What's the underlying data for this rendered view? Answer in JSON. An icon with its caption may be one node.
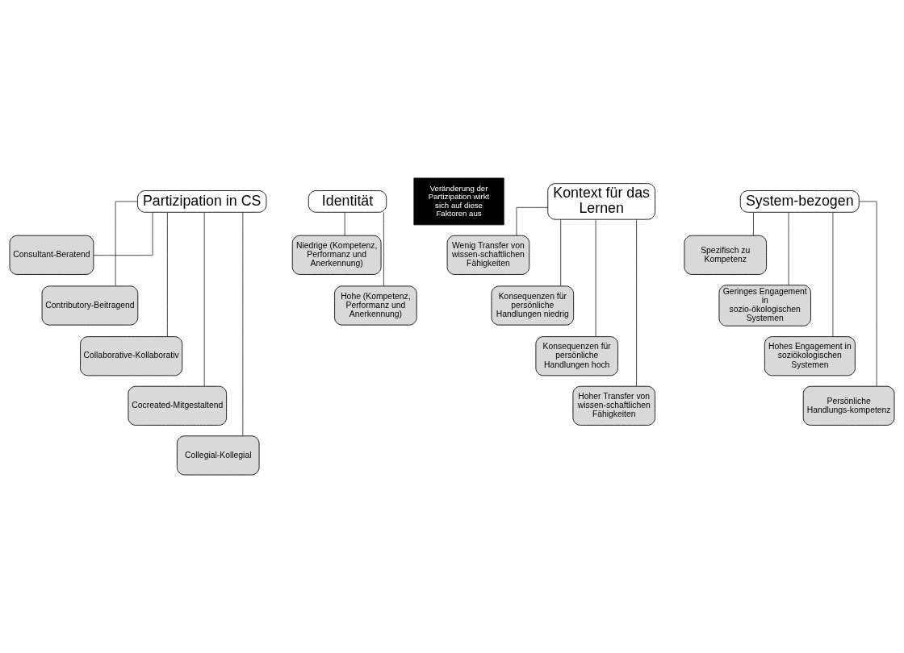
{
  "diagram": {
    "nodes": [
      {
        "text": [
          "Partizipation in CS"
        ]
      },
      {
        "text": [
          "Consultant-Beratend"
        ]
      },
      {
        "text": [
          "Contributory-Beitragend"
        ]
      },
      {
        "text": [
          "Collaborative-Kollaborativ"
        ]
      },
      {
        "text": [
          "Cocreated-Mitgestaltend"
        ]
      },
      {
        "text": [
          "Collegial-Kollegial"
        ]
      },
      {
        "text": [
          "Identität"
        ]
      },
      {
        "text": [
          "Niedrige (Kompetenz, Performanz und Anerkennung)"
        ]
      },
      {
        "text": [
          "Hohe (Kompetenz, Performanz und Anerkennung)"
        ]
      },
      {
        "text": [
          "Veränderung der Partizipation wirkt sich auf diese Faktoren aus"
        ]
      },
      {
        "text": [
          "Kontext für das Lernen"
        ]
      },
      {
        "text": [
          "Wenig Transfer von wissen-schaftlichen Fähigkeiten"
        ]
      },
      {
        "text": [
          "Konsequenzen für persönliche Handlungen niedrig"
        ]
      },
      {
        "text": [
          "Konsequenzen für persönliche Handlungen hoch"
        ]
      },
      {
        "text": [
          "Hoher Transfer von wissen-schaftlichen Fähigkeiten"
        ]
      },
      {
        "text": [
          "System-bezogen"
        ]
      },
      {
        "text": [
          "Spezifisch zu Kompetenz"
        ]
      },
      {
        "text": [
          "Geringes Engagement in sozio-ökologischen Systemen"
        ]
      },
      {
        "text": [
          "Hohes Engagement in soziökologischen Systemen"
        ]
      },
      {
        "text": [
          "Persönliche Handlungs-kompetenz"
        ]
      }
    ],
    "edges": [
      {
        "from": 0,
        "to": 1,
        "arrow": "none"
      },
      {
        "from": 0,
        "to": 2,
        "arrow": "none"
      },
      {
        "from": 0,
        "to": 3,
        "arrow": "none"
      },
      {
        "from": 0,
        "to": 4,
        "arrow": "none"
      },
      {
        "from": 0,
        "to": 5,
        "arrow": "none"
      },
      {
        "from": 6,
        "to": 7,
        "arrow": "none"
      },
      {
        "from": 6,
        "to": 8,
        "arrow": "none"
      },
      {
        "from": 10,
        "to": 11,
        "arrow": "none"
      },
      {
        "from": 10,
        "to": 12,
        "arrow": "none"
      },
      {
        "from": 10,
        "to": 13,
        "arrow": "none"
      },
      {
        "from": 10,
        "to": 14,
        "arrow": "none"
      },
      {
        "from": 15,
        "to": 16,
        "arrow": "none"
      },
      {
        "from": 15,
        "to": 17,
        "arrow": "none"
      },
      {
        "from": 15,
        "to": 18,
        "arrow": "none"
      },
      {
        "from": 15,
        "to": 19,
        "arrow": "none"
      }
    ]
  }
}
